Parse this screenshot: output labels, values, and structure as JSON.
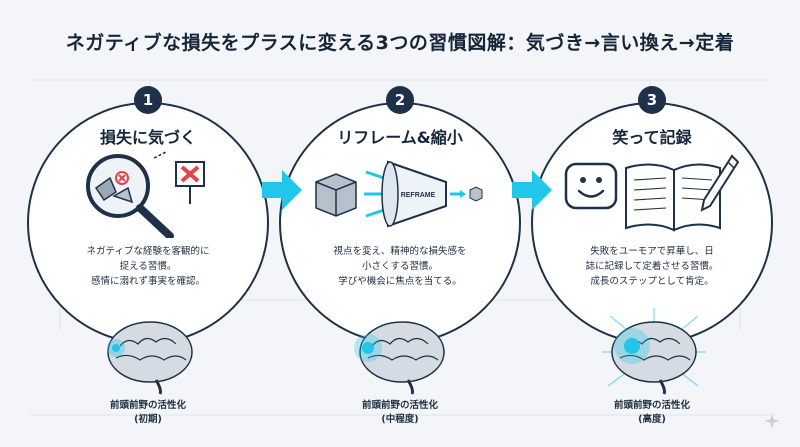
{
  "title": "ネガティブな損失をプラスに変える3つの習慣図解：気づき→言い換え→定着",
  "steps": [
    {
      "number": "1",
      "heading": "損失に気づく",
      "description": [
        "ネガティブな経験を客観的に",
        "捉える習慣。",
        "感情に溺れず事実を確認。"
      ],
      "brain_caption": [
        "前頭前野の活性化",
        "(初期)"
      ]
    },
    {
      "number": "2",
      "heading": "リフレーム&縮小",
      "description": [
        "視点を変え、精神的な損失感を",
        "小さくする習慣。",
        "学びや機会に焦点を当てる。"
      ],
      "illustration_label": "REFRAME",
      "brain_caption": [
        "前頭前野の活性化",
        "(中程度)"
      ]
    },
    {
      "number": "3",
      "heading": "笑って記録",
      "description": [
        "失敗をユーモアで昇華し、日",
        "誌に記録して定着させる習慣。",
        "成長のステップとして肯定。"
      ],
      "brain_caption": [
        "前頭前野の活性化",
        "(高度)"
      ]
    }
  ],
  "colors": {
    "accent": "#22c6e8",
    "dark": "#1e3148",
    "red": "#e0454a",
    "brain": "#c9d1da"
  },
  "icons": [
    "magnifier-icon",
    "x-sign-icon",
    "box-icon",
    "funnel-icon",
    "smiley-icon",
    "notebook-icon",
    "pen-icon",
    "brain-icon",
    "arrow-right-icon",
    "sparkle-icon"
  ]
}
